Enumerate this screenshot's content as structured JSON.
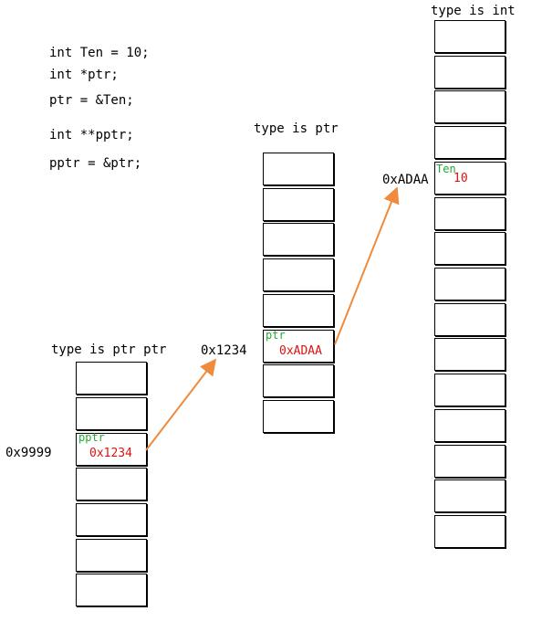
{
  "code": [
    "int Ten = 10;",
    "int *ptr;",
    "ptr = &Ten;",
    "int **pptr;",
    "pptr = &ptr;"
  ],
  "columns": {
    "int_col": {
      "title": "type is int",
      "address": "0xADAA",
      "var_name": "Ten",
      "value": "10"
    },
    "ptr_col": {
      "title": "type is ptr",
      "address": "0x1234",
      "var_name": "ptr",
      "value": "0xADAA"
    },
    "pptr_col": {
      "title": "type is ptr ptr",
      "address": "0x9999",
      "var_name": "pptr",
      "value": "0x1234"
    }
  },
  "colors": {
    "arrow": "#f08a3c",
    "var_name": "#22aa33",
    "value": "#dd1111"
  }
}
